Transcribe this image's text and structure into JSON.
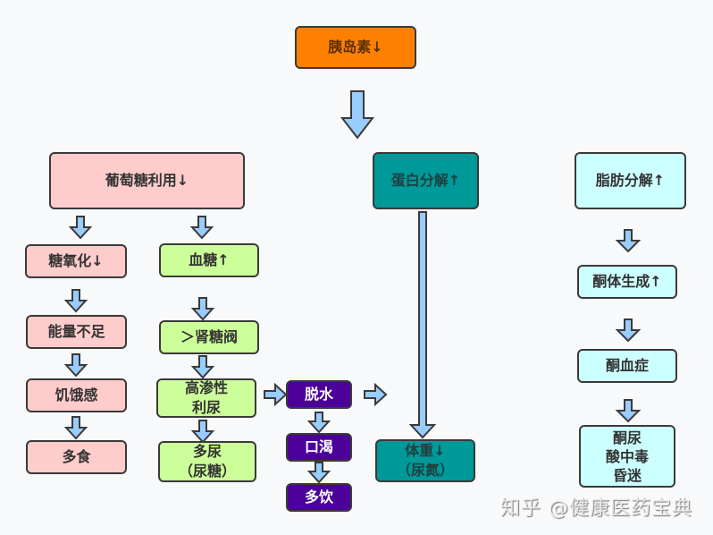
{
  "diagram": {
    "title_node": {
      "label": "胰岛素↓",
      "color": "#ff8000"
    },
    "glucose_branch": {
      "root": {
        "label": "葡萄糖利用↓",
        "color": "#ffcccc"
      },
      "oxidation_chain": [
        {
          "label": "糖氧化↓"
        },
        {
          "label": "能量不足"
        },
        {
          "label": "饥饿感"
        },
        {
          "label": "多食"
        }
      ],
      "blood_sugar_chain": [
        {
          "label": "血糖↑"
        },
        {
          "label": "＞肾糖阀"
        },
        {
          "label": "高渗性\n利尿"
        },
        {
          "label": "多尿\n（尿糖）"
        }
      ],
      "chain_colors": {
        "oxidation": "#ffcccc",
        "blood_sugar": "#ccff99"
      }
    },
    "dehydration_chain": {
      "color": "#4c0099",
      "items": [
        {
          "label": "脱水"
        },
        {
          "label": "口渴"
        },
        {
          "label": "多饮"
        }
      ]
    },
    "protein_branch": {
      "color": "#009999",
      "root": {
        "label": "蛋白分解↑"
      },
      "result": {
        "label": "体重↓\n（尿氮）"
      }
    },
    "fat_branch": {
      "color": "#ccffff",
      "items": [
        {
          "label": "脂肪分解↑"
        },
        {
          "label": "酮体生成↑"
        },
        {
          "label": "酮血症"
        },
        {
          "label": "酮尿\n酸中毒\n昏迷"
        }
      ]
    },
    "arrow_color": "#99ccff"
  },
  "watermark": "知乎 @健康医药宝典"
}
